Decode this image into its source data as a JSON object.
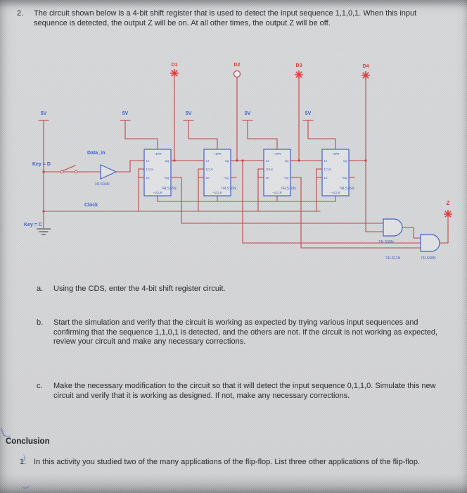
{
  "document": {
    "question": {
      "number": "2.",
      "text": "The circuit shown below is a 4-bit shift register that is used to detect the input sequence 1,1,0,1. When this input sequence is detected, the output Z will be on. At all other times, the output Z will be off."
    },
    "steps": [
      {
        "letter": "a.",
        "text": "Using the CDS, enter the 4-bit shift register circuit."
      },
      {
        "letter": "b.",
        "text": "Start the simulation and verify that the circuit is working as expected by trying various input sequences and confirming that the sequence 1,1,0,1 is detected, and the others are not. If the circuit is not working as expected, review your circuit and make any necessary corrections."
      },
      {
        "letter": "c.",
        "text": "Make the necessary modification to the circuit so that it will detect the input sequence 0,1,1,0. Simulate this new circuit and verify that it is working as designed. If not, make any necessary corrections."
      }
    ],
    "conclusion": {
      "heading": "Conclusion",
      "item_number": "1.",
      "item_text": "In this activity you studied two of the many applications of the flip-flop. List three other applications of the flip-flop."
    }
  },
  "circuit": {
    "probes": [
      {
        "label": "D1",
        "state": "on"
      },
      {
        "label": "D2",
        "state": "off"
      },
      {
        "label": "D3",
        "state": "on"
      },
      {
        "label": "D4",
        "state": "on"
      }
    ],
    "power_label": "5V",
    "net_labels": {
      "data_in": "Data_in",
      "key_d": "Key = D",
      "clock": "Clock",
      "key_c": "Key = C",
      "output": "Z"
    },
    "parts": {
      "inverter": "74LS04N",
      "gate_labels": [
        "74LS08N",
        "74LS11N",
        "74LS08N"
      ]
    },
    "ff": {
      "part": "74LS76N",
      "pins": {
        "j": "1J",
        "clk": "1CLK",
        "k": "1K",
        "q": "1Q",
        "qn": "~1Q",
        "pr": "~1PR",
        "clr": "~1CLR"
      }
    },
    "colors": {
      "wire": "#c03a3a",
      "component": "#3a57c2",
      "probe_on": "#e23030",
      "net_label": "#2f55cc"
    }
  }
}
